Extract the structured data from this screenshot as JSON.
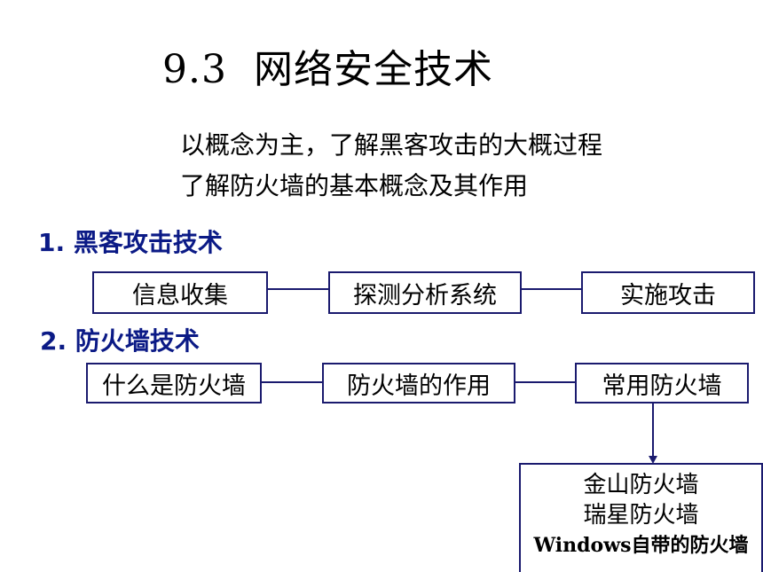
{
  "slide": {
    "title": "9.3  网络安全技术",
    "goals": [
      "以概念为主，了解黑客攻击的大概过程",
      "了解防火墙的基本概念及其作用"
    ]
  },
  "hacker": {
    "heading": "1. 黑客攻击技术",
    "steps": [
      "信息收集",
      "探测分析系统",
      "实施攻击"
    ]
  },
  "firewall": {
    "heading": "2. 防火墙技术",
    "steps": [
      "什么是防火墙",
      "防火墙的作用",
      "常用防火墙"
    ],
    "common": [
      "金山防火墙",
      "瑞星防火墙",
      "Windows自带的防火墙"
    ]
  }
}
